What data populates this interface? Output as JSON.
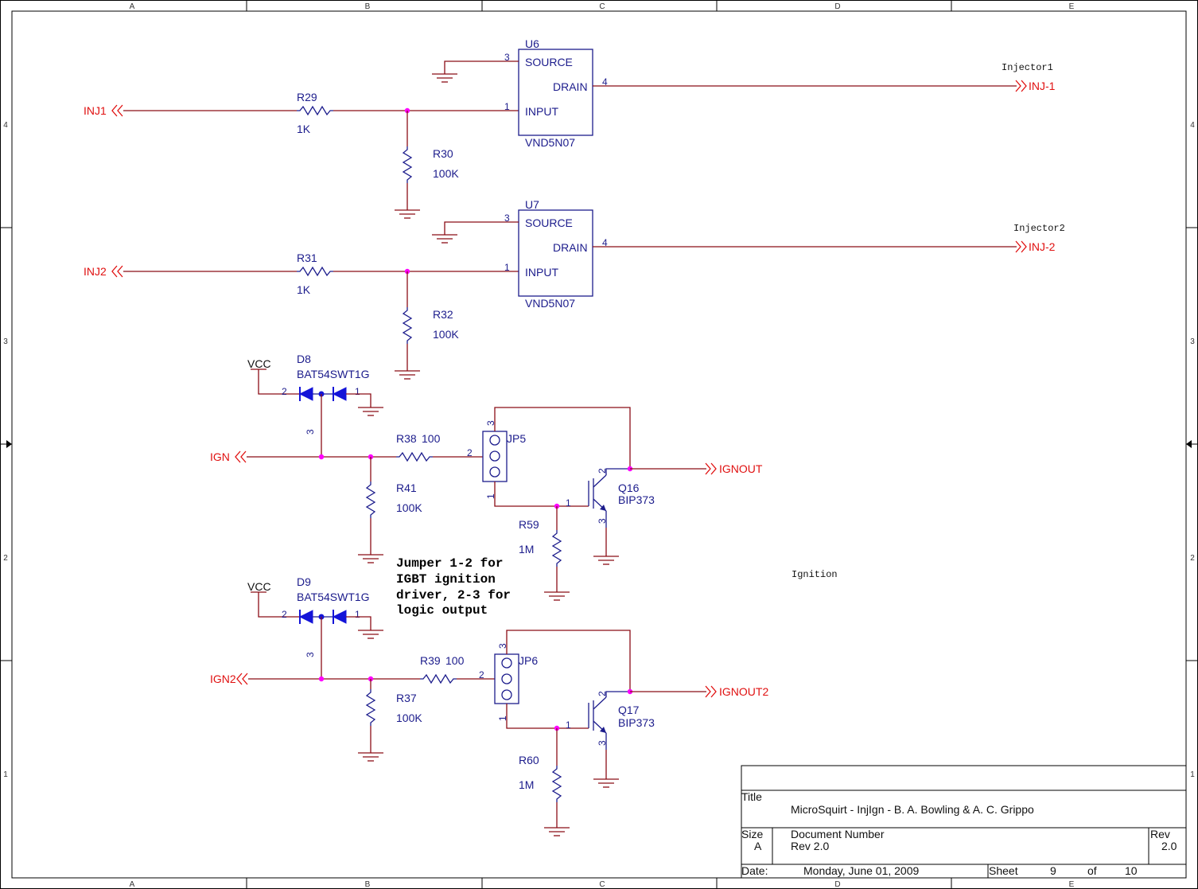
{
  "border": {
    "columns": [
      "A",
      "B",
      "C",
      "D",
      "E"
    ],
    "rows": [
      "4",
      "3",
      "2",
      "1"
    ]
  },
  "parts": {
    "u6": {
      "ref": "U6",
      "value": "VND5N07",
      "pin_source": "SOURCE",
      "pin_drain": "DRAIN",
      "pin_input": "INPUT",
      "n_source": "3",
      "n_drain": "4",
      "n_input": "1"
    },
    "u7": {
      "ref": "U7",
      "value": "VND5N07",
      "pin_source": "SOURCE",
      "pin_drain": "DRAIN",
      "pin_input": "INPUT",
      "n_source": "3",
      "n_drain": "4",
      "n_input": "1"
    },
    "r29": {
      "ref": "R29",
      "value": "1K"
    },
    "r30": {
      "ref": "R30",
      "value": "100K"
    },
    "r31": {
      "ref": "R31",
      "value": "1K"
    },
    "r32": {
      "ref": "R32",
      "value": "100K"
    },
    "r38": {
      "ref": "R38",
      "value": "100"
    },
    "r41": {
      "ref": "R41",
      "value": "100K"
    },
    "r59": {
      "ref": "R59",
      "value": "1M"
    },
    "r39": {
      "ref": "R39",
      "value": "100"
    },
    "r37": {
      "ref": "R37",
      "value": "100K"
    },
    "r60": {
      "ref": "R60",
      "value": "1M"
    },
    "d8": {
      "ref": "D8",
      "value": "BAT54SWT1G",
      "n1": "1",
      "n2": "2",
      "n3": "3"
    },
    "d9": {
      "ref": "D9",
      "value": "BAT54SWT1G",
      "n1": "1",
      "n2": "2",
      "n3": "3"
    },
    "jp5": {
      "ref": "JP5",
      "n1": "1",
      "n2": "2",
      "n3": "3"
    },
    "jp6": {
      "ref": "JP6",
      "n1": "1",
      "n2": "2",
      "n3": "3"
    },
    "q16": {
      "ref": "Q16",
      "value": "BIP373",
      "n1": "1",
      "n2": "2",
      "n3": "3"
    },
    "q17": {
      "ref": "Q17",
      "value": "BIP373",
      "n1": "1",
      "n2": "2",
      "n3": "3"
    }
  },
  "ports": {
    "inj1": "INJ1",
    "inj2": "INJ2",
    "ign": "IGN",
    "ign2": "IGN2",
    "inj_1_out": "INJ-1",
    "inj_2_out": "INJ-2",
    "ignout": "IGNOUT",
    "ignout2": "IGNOUT2",
    "vcc_1": "VCC",
    "vcc_2": "VCC"
  },
  "net_labels": {
    "injector1": "Injector1",
    "injector2": "Injector2",
    "ignition": "Ignition"
  },
  "note": [
    "Jumper 1-2 for",
    "IGBT ignition",
    "driver, 2-3 for",
    "logic output"
  ],
  "title_block": {
    "title_label": "Title",
    "title": "MicroSquirt - InjIgn - B. A. Bowling & A. C. Grippo",
    "size_label": "Size",
    "size": "A",
    "doc_label": "Document Number",
    "doc": "Rev 2.0",
    "rev_label": "Rev",
    "rev": "2.0",
    "date_label": "Date:",
    "date": "Monday, June 01, 2009",
    "sheet_label": "Sheet",
    "sheet": "9",
    "of_label": "of",
    "total": "10"
  },
  "colors": {
    "wire": "#8b0d16",
    "part": "#1c1c8c",
    "port": "#e01010",
    "junction": "#ff00ff"
  }
}
